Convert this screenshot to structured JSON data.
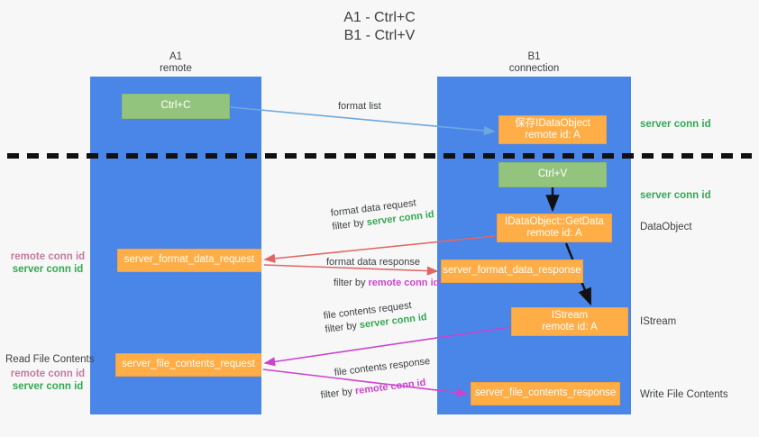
{
  "title": {
    "line1": "A1 - Ctrl+C",
    "line2": "B1 - Ctrl+V"
  },
  "lanes": [
    {
      "id": "a1",
      "name": "A1",
      "role": "remote",
      "color": "#4a86e8"
    },
    {
      "id": "b1",
      "name": "B1",
      "role": "connection",
      "color": "#4a86e8"
    }
  ],
  "colors": {
    "lane": "#4a86e8",
    "green_box": "#93c47d",
    "orange_box": "#ffad46",
    "server_conn_id": "#34a853",
    "remote_conn_id": "#c27ba0",
    "background": "#f7f7f7",
    "divider": "#000000",
    "arrow_blue": "#6fa8dc",
    "arrow_red": "#e06666",
    "arrow_magenta": "#cc44cc",
    "arrow_black": "#000000"
  },
  "nodes": {
    "ctrl_c": {
      "label": "Ctrl+C",
      "style": "green"
    },
    "save_dataobject": {
      "line1": "保存IDataObject",
      "line2": "remote id: A",
      "style": "orange"
    },
    "ctrl_v": {
      "label": "Ctrl+V",
      "style": "green"
    },
    "getdata": {
      "line1": "IDataObject::GetData",
      "line2": "remote id: A",
      "style": "orange"
    },
    "format_data_request": {
      "label": "server_format_data_request",
      "style": "orange"
    },
    "format_data_response": {
      "label": "server_format_data_response",
      "style": "orange"
    },
    "istream": {
      "line1": "IStream",
      "line2": "remote id: A",
      "style": "orange"
    },
    "file_contents_request": {
      "label": "server_file_contents_request",
      "style": "orange"
    },
    "file_contents_response": {
      "label": "server_file_contents_response",
      "style": "orange"
    }
  },
  "arrow_labels": {
    "format_list": "format list",
    "format_data_request": {
      "line1": "format data request",
      "filter_prefix": "filter by ",
      "filter_value": "server conn id"
    },
    "format_data_response": {
      "line1": "format data response",
      "filter_prefix": "filter by ",
      "filter_value": "remote conn id"
    },
    "file_contents_request": {
      "line1": "file contents request",
      "filter_prefix": "filter by ",
      "filter_value": "server conn id"
    },
    "file_contents_response": {
      "line1": "file contents response",
      "filter_prefix": "filter by ",
      "filter_value": "remote conn id"
    }
  },
  "right_labels": {
    "server_conn_id_1": "server conn id",
    "server_conn_id_2": "server conn id",
    "dataobject": "DataObject",
    "istream": "IStream",
    "write_file_contents": "Write File Contents"
  },
  "left_labels": {
    "remote_conn_id_1": "remote conn id",
    "server_conn_id_1": "server conn id",
    "read_file_contents": "Read File Contents",
    "remote_conn_id_2": "remote conn id",
    "server_conn_id_2": "server conn id"
  }
}
